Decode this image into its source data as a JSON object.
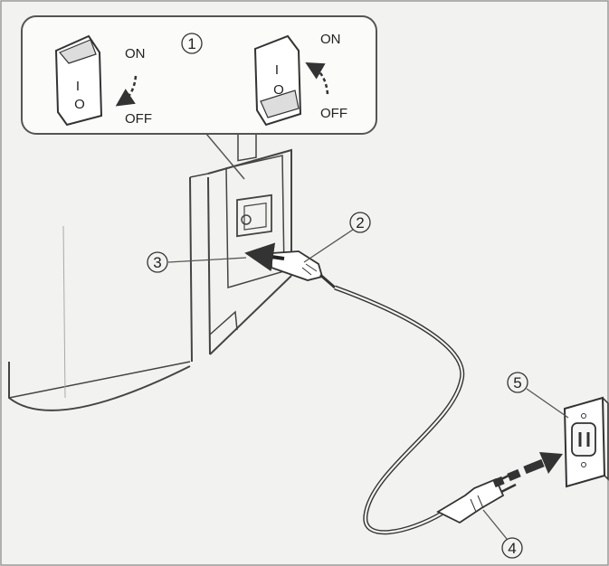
{
  "callout": {
    "number": "1",
    "switch_off": {
      "top_label": "ON",
      "bottom_label": "OFF",
      "rocker_mark_on": "I",
      "rocker_mark_off": "O"
    },
    "switch_on": {
      "top_label": "ON",
      "bottom_label": "OFF",
      "rocker_mark_on": "I",
      "rocker_mark_off": "O"
    }
  },
  "labels": {
    "cord_connector": "2",
    "machine_socket": "3",
    "wall_plug": "4",
    "wall_outlet": "5"
  },
  "icons": [
    "rocker-switch-icon",
    "arrow-off-icon",
    "arrow-on-icon",
    "plug-icon",
    "outlet-icon",
    "insert-arrow-icon"
  ]
}
